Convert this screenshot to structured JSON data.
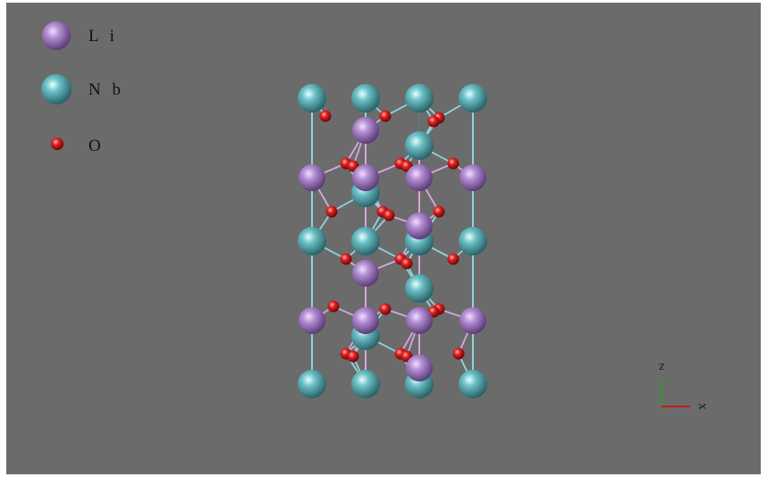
{
  "legend": {
    "items": [
      {
        "symbol": "Li",
        "label": "L i",
        "color": "#a57cc6"
      },
      {
        "symbol": "Nb",
        "label": "N b",
        "color": "#5fb6bd"
      },
      {
        "symbol": "O",
        "label": "O",
        "color": "#d71c1c"
      }
    ]
  },
  "axes": {
    "z_label": "Z",
    "x_label": "X",
    "z_color": "#2f9a2f",
    "x_color": "#c21b1b"
  },
  "colors": {
    "background": "#6b6b6b",
    "li_bond": "#d9a6dd",
    "nb_bond": "#8fd6dc"
  }
}
